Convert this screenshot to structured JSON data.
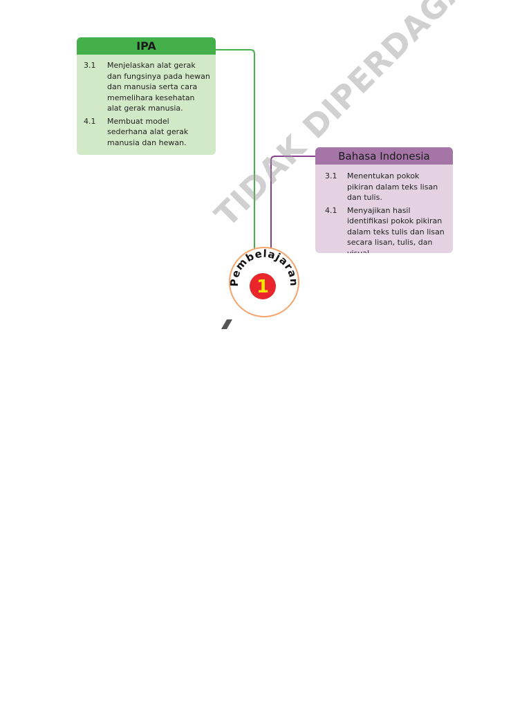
{
  "ipa": {
    "title": "IPA",
    "items": [
      {
        "num": "3.1",
        "text": "Menjelaskan alat gerak dan fungsinya pada hewan dan manusia serta cara memelihara kesehatan alat gerak manusia."
      },
      {
        "num": "4.1",
        "text": "Membuat model sederhana alat gerak manusia dan hewan."
      }
    ]
  },
  "bahasa_indonesia": {
    "title": "Bahasa Indonesia",
    "items": [
      {
        "num": "3.1",
        "text": "Menentukan pokok pikiran dalam teks lisan dan tulis."
      },
      {
        "num": "4.1",
        "text": "Menyajikan hasil identifikasi pokok pikiran dalam teks tulis dan lisan secara lisan, tulis, dan visual."
      }
    ]
  },
  "badge": {
    "label": "Pembelajaran",
    "number": "1"
  },
  "watermark": "TIDAK DIPERDAGANGKAN",
  "colors": {
    "ipa_header": "#43b04a",
    "ipa_body": "#d1e9c7",
    "bindo_header": "#a575a8",
    "bindo_body": "#e4d2e3",
    "badge_circle": "#e8262b",
    "badge_number": "#ffe600",
    "badge_ring": "#f4a36b"
  }
}
